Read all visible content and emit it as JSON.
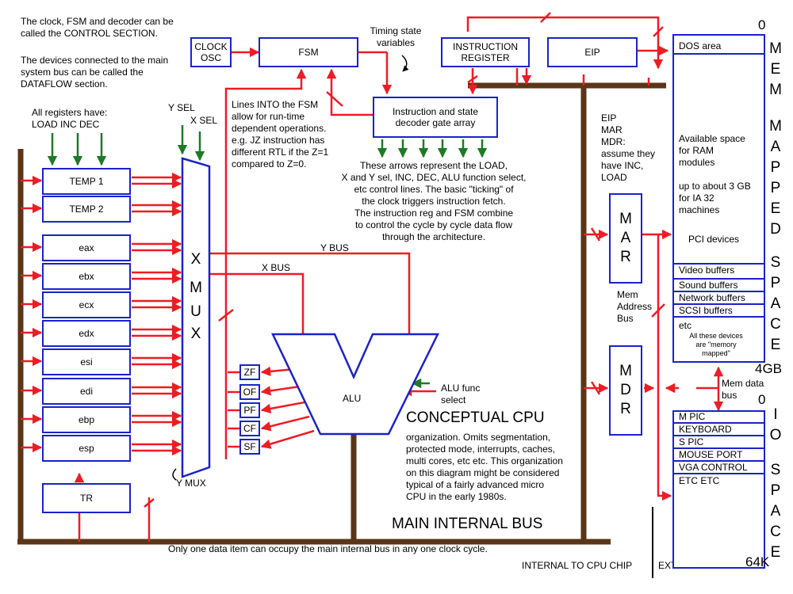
{
  "notes": {
    "control_section": "The clock, FSM and decoder can be\ncalled the CONTROL SECTION.",
    "dataflow_section": "The devices connected to the main\nsystem bus can be called the\nDATAFLOW section.",
    "registers_have": "All registers have:\nLOAD  INC  DEC",
    "fsm_lines": "Lines INTO the FSM\nallow for run-time\ndependent operations.\ne.g. JZ instruction has\ndifferent RTL if the Z=1\ncompared to Z=0.",
    "arrows_note": "These arrows represent the LOAD,\nX and Y sel, INC, DEC, ALU function select,\netc control lines. The basic \"ticking\" of\nthe clock triggers instruction fetch.\nThe instruction reg and FSM combine\nto control the cycle by cycle data flow\nthrough the architecture.",
    "timing_state": "Timing state\nvariables",
    "eip_mar_mdr": "EIP\nMAR\nMDR:\nassume they\nhave INC,\nLOAD",
    "mem_address_bus": "Mem\nAddress\nBus",
    "mem_data_bus": "Mem data\nbus",
    "alu_func": "ALU func\nselect",
    "conceptual_title": "CONCEPTUAL CPU",
    "conceptual_body": "organization. Omits segmentation,\nprotected  mode, interrupts, caches,\nmulti cores, etc etc. This organization\non this diagram might be considered\ntypical of a fairly advanced micro\nCPU in the early 1980s.",
    "main_bus": "MAIN INTERNAL BUS",
    "one_item": "Only one data item can occupy the main internal bus in any one clock cycle.",
    "internal": "INTERNAL TO CPU CHIP",
    "external": "EXTERNAL"
  },
  "control": {
    "clock": "CLOCK\nOSC",
    "fsm": "FSM",
    "ir": "INSTRUCTION\nREGISTER",
    "eip": "EIP",
    "decoder": "Instruction and state\ndecoder gate array"
  },
  "mux": {
    "y_sel": "Y SEL",
    "x_sel": "X SEL",
    "x_mux_letters": [
      "X",
      "M",
      "U",
      "X"
    ],
    "y_mux": "Y MUX",
    "y_bus": "Y BUS",
    "x_bus": "X BUS"
  },
  "registers": {
    "temp": [
      "TEMP 1",
      "TEMP 2"
    ],
    "general": [
      "eax",
      "ebx",
      "ecx",
      "edx",
      "esi",
      "edi",
      "ebp",
      "esp"
    ],
    "tr": "TR"
  },
  "flags": [
    "ZF",
    "OF",
    "PF",
    "CF",
    "SF"
  ],
  "alu": {
    "label": "ALU"
  },
  "mar": [
    "M",
    "A",
    "R"
  ],
  "mdr": [
    "M",
    "D",
    "R"
  ],
  "memory": {
    "start": "0",
    "end": "4GB",
    "dos": "DOS area",
    "available": "Available space\nfor RAM\nmodules\n\nup to about 3 GB\nfor IA 32\nmachines",
    "pci": "PCI devices",
    "buffers": [
      "Video buffers",
      "Sound buffers",
      "Network buffers",
      "SCSI buffers"
    ],
    "etc": "etc",
    "mapped_note": "All these devices\nare \"memory\nmapped\"",
    "side_label_letters": [
      "M",
      "E",
      "M",
      "M",
      "A",
      "P",
      "P",
      "E",
      "D",
      "S",
      "P",
      "A",
      "C",
      "E"
    ]
  },
  "io": {
    "start": "0",
    "end": "64K",
    "items": [
      "M PIC",
      "KEYBOARD",
      "S PIC",
      "MOUSE PORT",
      "VGA CONTROL",
      "ETC ETC"
    ],
    "side_label_letters": [
      "I",
      "O",
      "S",
      "P",
      "A",
      "C",
      "E"
    ]
  },
  "colors": {
    "wire": "#ee1c24",
    "box": "#1a23c8",
    "bus": "#5b3517",
    "control": "#1d7a26"
  }
}
